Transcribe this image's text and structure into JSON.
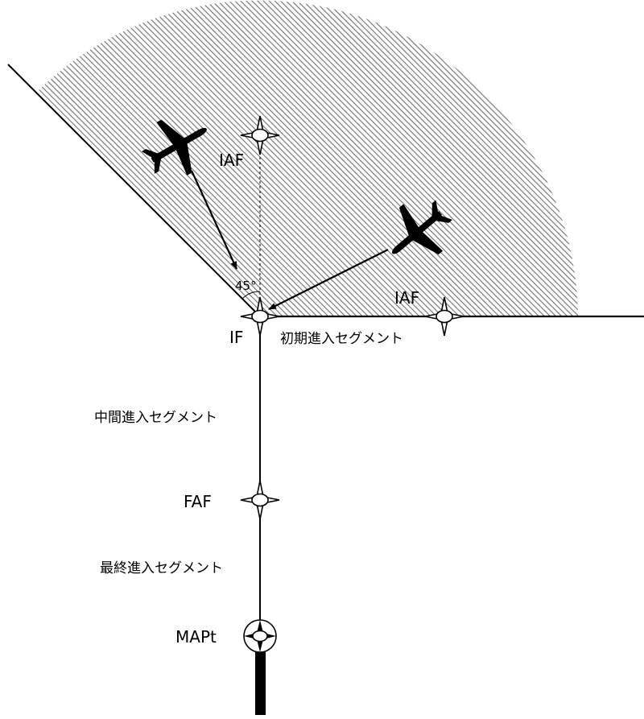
{
  "labels": {
    "iaf_top": "IAF",
    "iaf_right": "IAF",
    "if": "IF",
    "faf": "FAF",
    "mapt": "MAPt",
    "angle": "45°",
    "initial_segment": "初期進入セグメント",
    "intermediate_segment": "中間進入セグメント",
    "final_segment": "最終進入セグメント"
  },
  "icons": {
    "fix_symbol": "four-point-star-fix-icon",
    "mapt_symbol": "circled-fix-icon",
    "aircraft": "airplane-icon",
    "runway": "runway-icon"
  },
  "colors": {
    "ink": "#000000",
    "background": "#ffffff",
    "hatch": "#6e6e6e"
  }
}
